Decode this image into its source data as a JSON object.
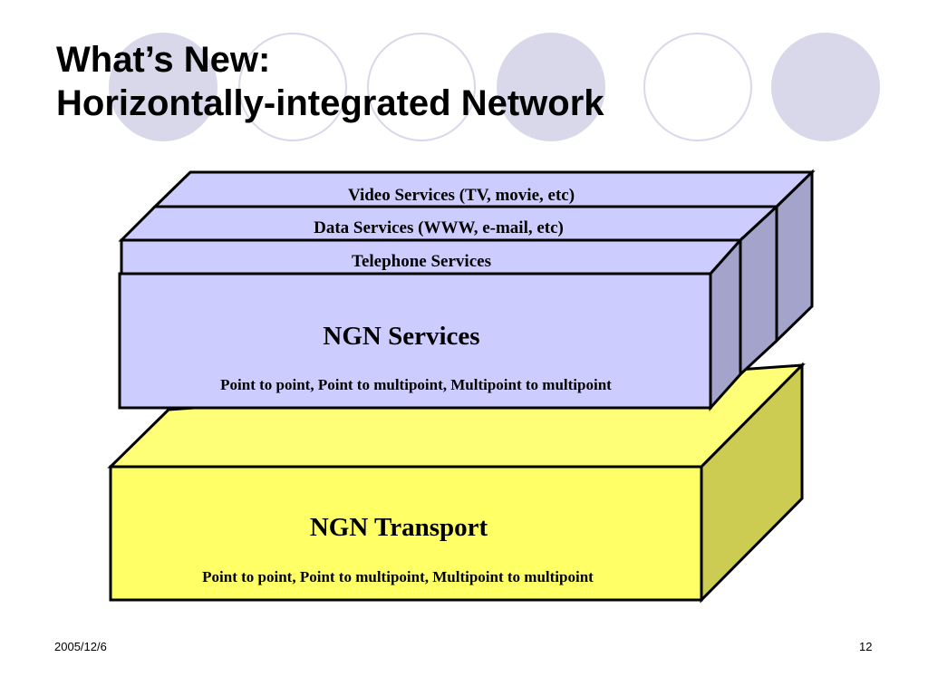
{
  "slide": {
    "title_line1": "What’s New:",
    "title_line2": "Horizontally-integrated Network",
    "footer_date": "2005/12/6",
    "page_number": "12"
  },
  "colors": {
    "services_front": "#ccccff",
    "services_top": "#ccccff",
    "services_side": "#a3a3cc",
    "transport_front": "#ffff66",
    "transport_top": "#ffff77",
    "transport_side": "#cccc52",
    "decor_circle": "#d8d8ea",
    "outline": "#000000"
  },
  "diagram": {
    "layers": {
      "video": "Video Services (TV, movie, etc)",
      "data": "Data Services (WWW, e-mail, etc)",
      "telephone": "Telephone Services"
    },
    "services": {
      "title": "NGN Services",
      "subtitle": "Point to point, Point to multipoint, Multipoint to multipoint"
    },
    "transport": {
      "title": "NGN Transport",
      "subtitle": "Point to point, Point to multipoint, Multipoint to multipoint"
    }
  }
}
